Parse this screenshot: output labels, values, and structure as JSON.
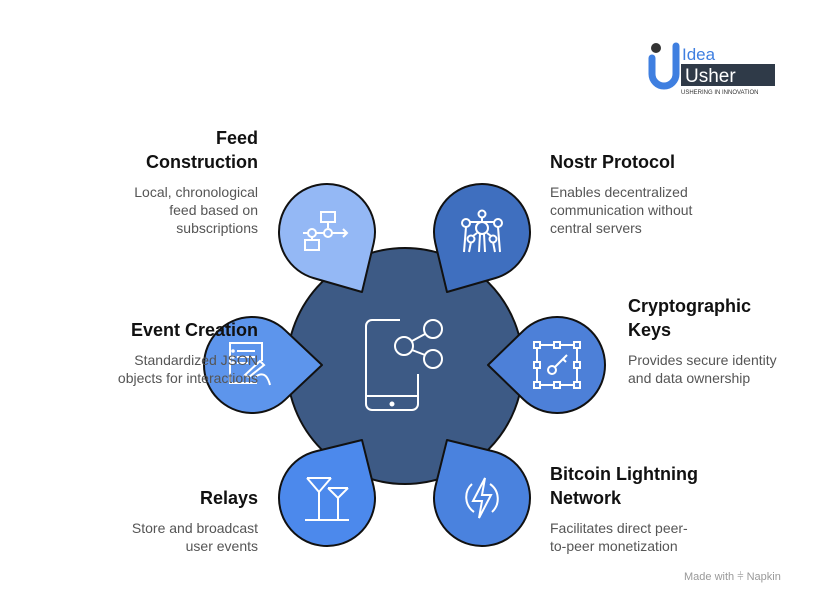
{
  "logo": {
    "line1": "Idea",
    "line2": "Usher",
    "tagline": "USHERING IN INNOVATION"
  },
  "center": {
    "icon": "smartphone-share-icon",
    "color": "#3d5a85"
  },
  "items": [
    {
      "id": "feed",
      "title": "Feed Construction",
      "title_lines": [
        "Feed",
        "Construction"
      ],
      "desc_lines": [
        "Local, chronological",
        "feed based on",
        "subscriptions"
      ],
      "icon": "flowchart-icon",
      "color": "#94b8f5",
      "side": "left"
    },
    {
      "id": "nostr",
      "title": "Nostr Protocol",
      "title_lines": [
        "Nostr Protocol"
      ],
      "desc_lines": [
        "Enables decentralized",
        "communication without",
        "central servers"
      ],
      "icon": "network-nodes-icon",
      "color": "#3f6fbf",
      "side": "right"
    },
    {
      "id": "event",
      "title": "Event Creation",
      "title_lines": [
        "Event Creation"
      ],
      "desc_lines": [
        "Standardized JSON",
        "objects for interactions"
      ],
      "icon": "document-sign-icon",
      "color": "#5d95ec",
      "side": "left"
    },
    {
      "id": "crypto",
      "title": "Cryptographic Keys",
      "title_lines": [
        "Cryptographic",
        "Keys"
      ],
      "desc_lines": [
        "Provides secure identity",
        "and data ownership"
      ],
      "icon": "key-icon",
      "color": "#4d80d8",
      "side": "right"
    },
    {
      "id": "relays",
      "title": "Relays",
      "title_lines": [
        "Relays"
      ],
      "desc_lines": [
        "Store and broadcast",
        "user events"
      ],
      "icon": "power-lines-icon",
      "color": "#4c89ec",
      "side": "left"
    },
    {
      "id": "bitcoin",
      "title": "Bitcoin Lightning Network",
      "title_lines": [
        "Bitcoin Lightning",
        "Network"
      ],
      "desc_lines": [
        "Facilitates direct peer-",
        "to-peer monetization"
      ],
      "icon": "lightning-icon",
      "color": "#4a82de",
      "side": "right"
    }
  ],
  "footer": {
    "text": "Made with",
    "brand": "Napkin"
  }
}
